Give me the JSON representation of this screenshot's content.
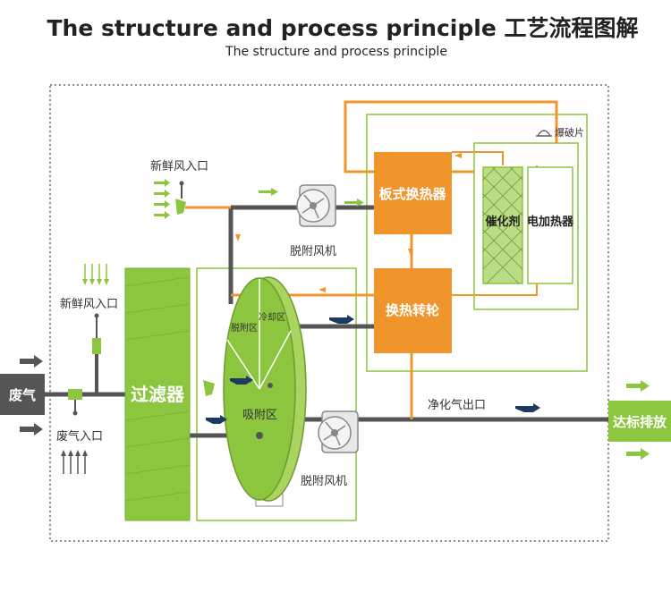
{
  "title": "The structure and process principle 工艺流程图解",
  "subtitle": "The structure and process principle",
  "labels": {
    "fresh_air_inlet_top": "新鲜风入口",
    "fresh_air_inlet_left": "新鲜风入口",
    "waste_gas_inlet": "废气入口",
    "waste_gas": "废气",
    "filter": "过滤器",
    "desorption_fan_top": "脱附风机",
    "desorption_fan_bottom": "脱附风机",
    "plate_heat_exchanger": "板式换热器",
    "heat_exchange_wheel": "换热转轮",
    "catalyst": "催化剂",
    "electric_heater": "电加热器",
    "burst_disc": "爆破片",
    "desorption_zone": "脱附区",
    "cooling_zone": "冷却区",
    "adsorption_zone": "吸附区",
    "clean_gas_outlet": "净化气出口",
    "compliant_discharge": "达标排放"
  },
  "colors": {
    "green": "#8cc63f",
    "orange": "#f0952b",
    "dark_gray": "#555555",
    "navy_arrow": "#1f3a5f"
  }
}
